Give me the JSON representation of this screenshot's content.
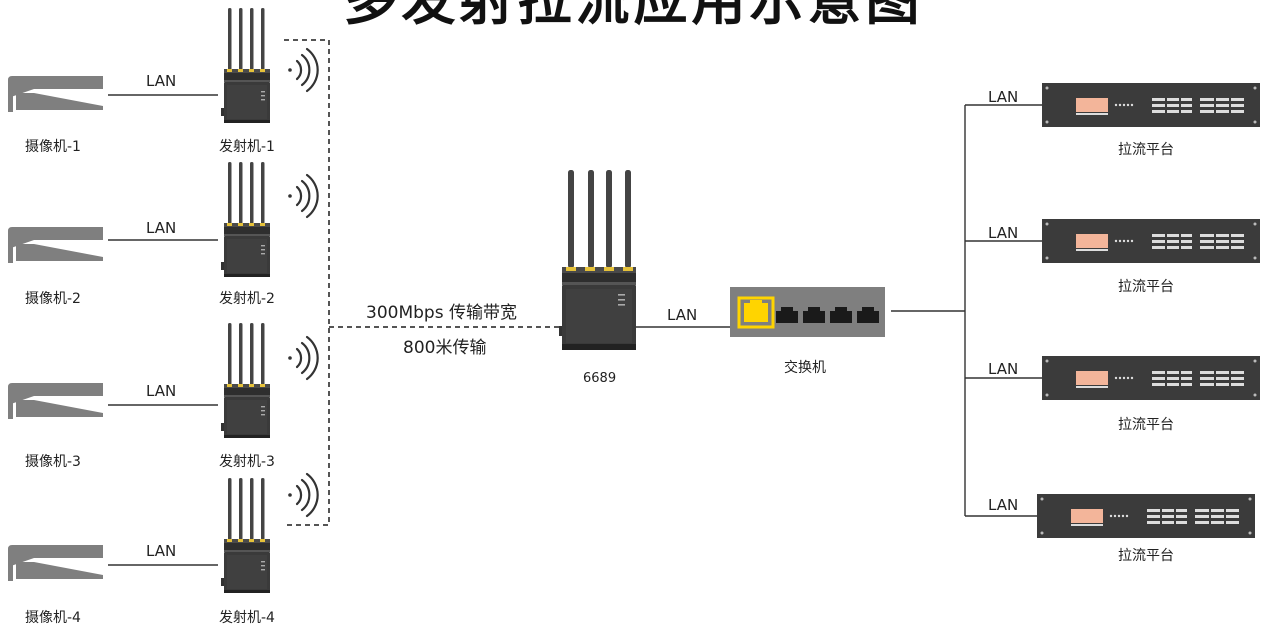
{
  "title": "多发射拉流应用示意图",
  "cameras": [
    {
      "label": "摄像机-1"
    },
    {
      "label": "摄像机-2"
    },
    {
      "label": "摄像机-3"
    },
    {
      "label": "摄像机-4"
    }
  ],
  "transmitters": [
    {
      "label": "发射机-1"
    },
    {
      "label": "发射机-2"
    },
    {
      "label": "发射机-3"
    },
    {
      "label": "发射机-4"
    }
  ],
  "lan_label": "LAN",
  "link": {
    "bandwidth": "300Mbps 传输带宽",
    "distance": "800米传输"
  },
  "receiver": {
    "label": "6689"
  },
  "switch": {
    "label": "交换机"
  },
  "platforms": [
    {
      "label": "拉流平台"
    },
    {
      "label": "拉流平台"
    },
    {
      "label": "拉流平台"
    },
    {
      "label": "拉流平台"
    }
  ],
  "colors": {
    "device_dark": "#333333",
    "device_gray": "#7f7f7f",
    "port_highlight": "#ffd400",
    "display_salmon": "#f3b59a"
  }
}
